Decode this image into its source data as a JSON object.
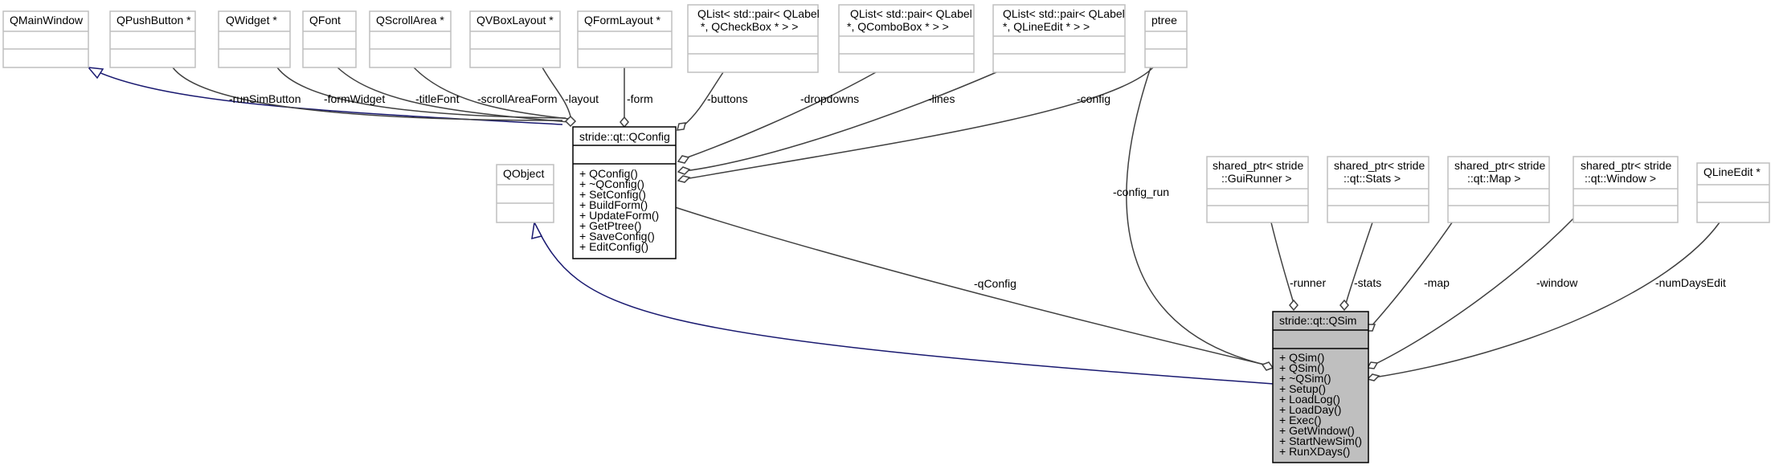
{
  "classes": {
    "qmainwindow": {
      "title": "QMainWindow"
    },
    "qpushbutton": {
      "title": "QPushButton *"
    },
    "qwidget": {
      "title": "QWidget *"
    },
    "qfont": {
      "title": "QFont"
    },
    "qscrollarea": {
      "title": "QScrollArea *"
    },
    "qvboxlayout": {
      "title": "QVBoxLayout *"
    },
    "qformlayout": {
      "title": "QFormLayout *"
    },
    "qlist_checkbox": {
      "title": [
        "QList< std::pair< QLabel",
        "*, QCheckBox * > >"
      ]
    },
    "qlist_combobox": {
      "title": [
        "QList< std::pair< QLabel",
        "*, QComboBox * > >"
      ]
    },
    "qlist_lineedit": {
      "title": [
        "QList< std::pair< QLabel",
        "*, QLineEdit * > >"
      ]
    },
    "ptree": {
      "title": "ptree"
    },
    "qobject": {
      "title": "QObject"
    },
    "qconfig": {
      "title": "stride::qt::QConfig",
      "methods": [
        "+ QConfig()",
        "+ ~QConfig()",
        "+ SetConfig()",
        "+ BuildForm()",
        "+ UpdateForm()",
        "+ GetPtree()",
        "+ SaveConfig()",
        "+ EditConfig()"
      ]
    },
    "guirunner": {
      "title": [
        "shared_ptr< stride",
        "::GuiRunner >"
      ]
    },
    "stats": {
      "title": [
        "shared_ptr< stride",
        "::qt::Stats >"
      ]
    },
    "map": {
      "title": [
        "shared_ptr< stride",
        "::qt::Map >"
      ]
    },
    "window": {
      "title": [
        "shared_ptr< stride",
        "::qt::Window >"
      ]
    },
    "qlineedit": {
      "title": "QLineEdit *"
    },
    "qsim": {
      "title": "stride::qt::QSim",
      "methods": [
        "+ QSim()",
        "+ QSim()",
        "+ ~QSim()",
        "+ Setup()",
        "+ LoadLog()",
        "+ LoadDay()",
        "+ Exec()",
        "+ GetWindow()",
        "+ StartNewSim()",
        "+ RunXDays()"
      ]
    }
  },
  "edge_labels": {
    "runSimButton": "-runSimButton",
    "formWidget": "-formWidget",
    "titleFont": "-titleFont",
    "scrollAreaForm": "-scrollAreaForm",
    "layout": "-layout",
    "form": "-form",
    "buttons": "-buttons",
    "dropdowns": "-dropdowns",
    "lines": "-lines",
    "config": "-config",
    "config_run": "-config_run",
    "qConfig": "-qConfig",
    "runner": "-runner",
    "stats": "-stats",
    "map": "-map",
    "window": "-window",
    "numDaysEdit": "-numDaysEdit"
  },
  "colors": {
    "inheritance": "#191970",
    "association": "#404040",
    "focus_fill": "#bfbfbf",
    "border": "#bfbfbf"
  }
}
